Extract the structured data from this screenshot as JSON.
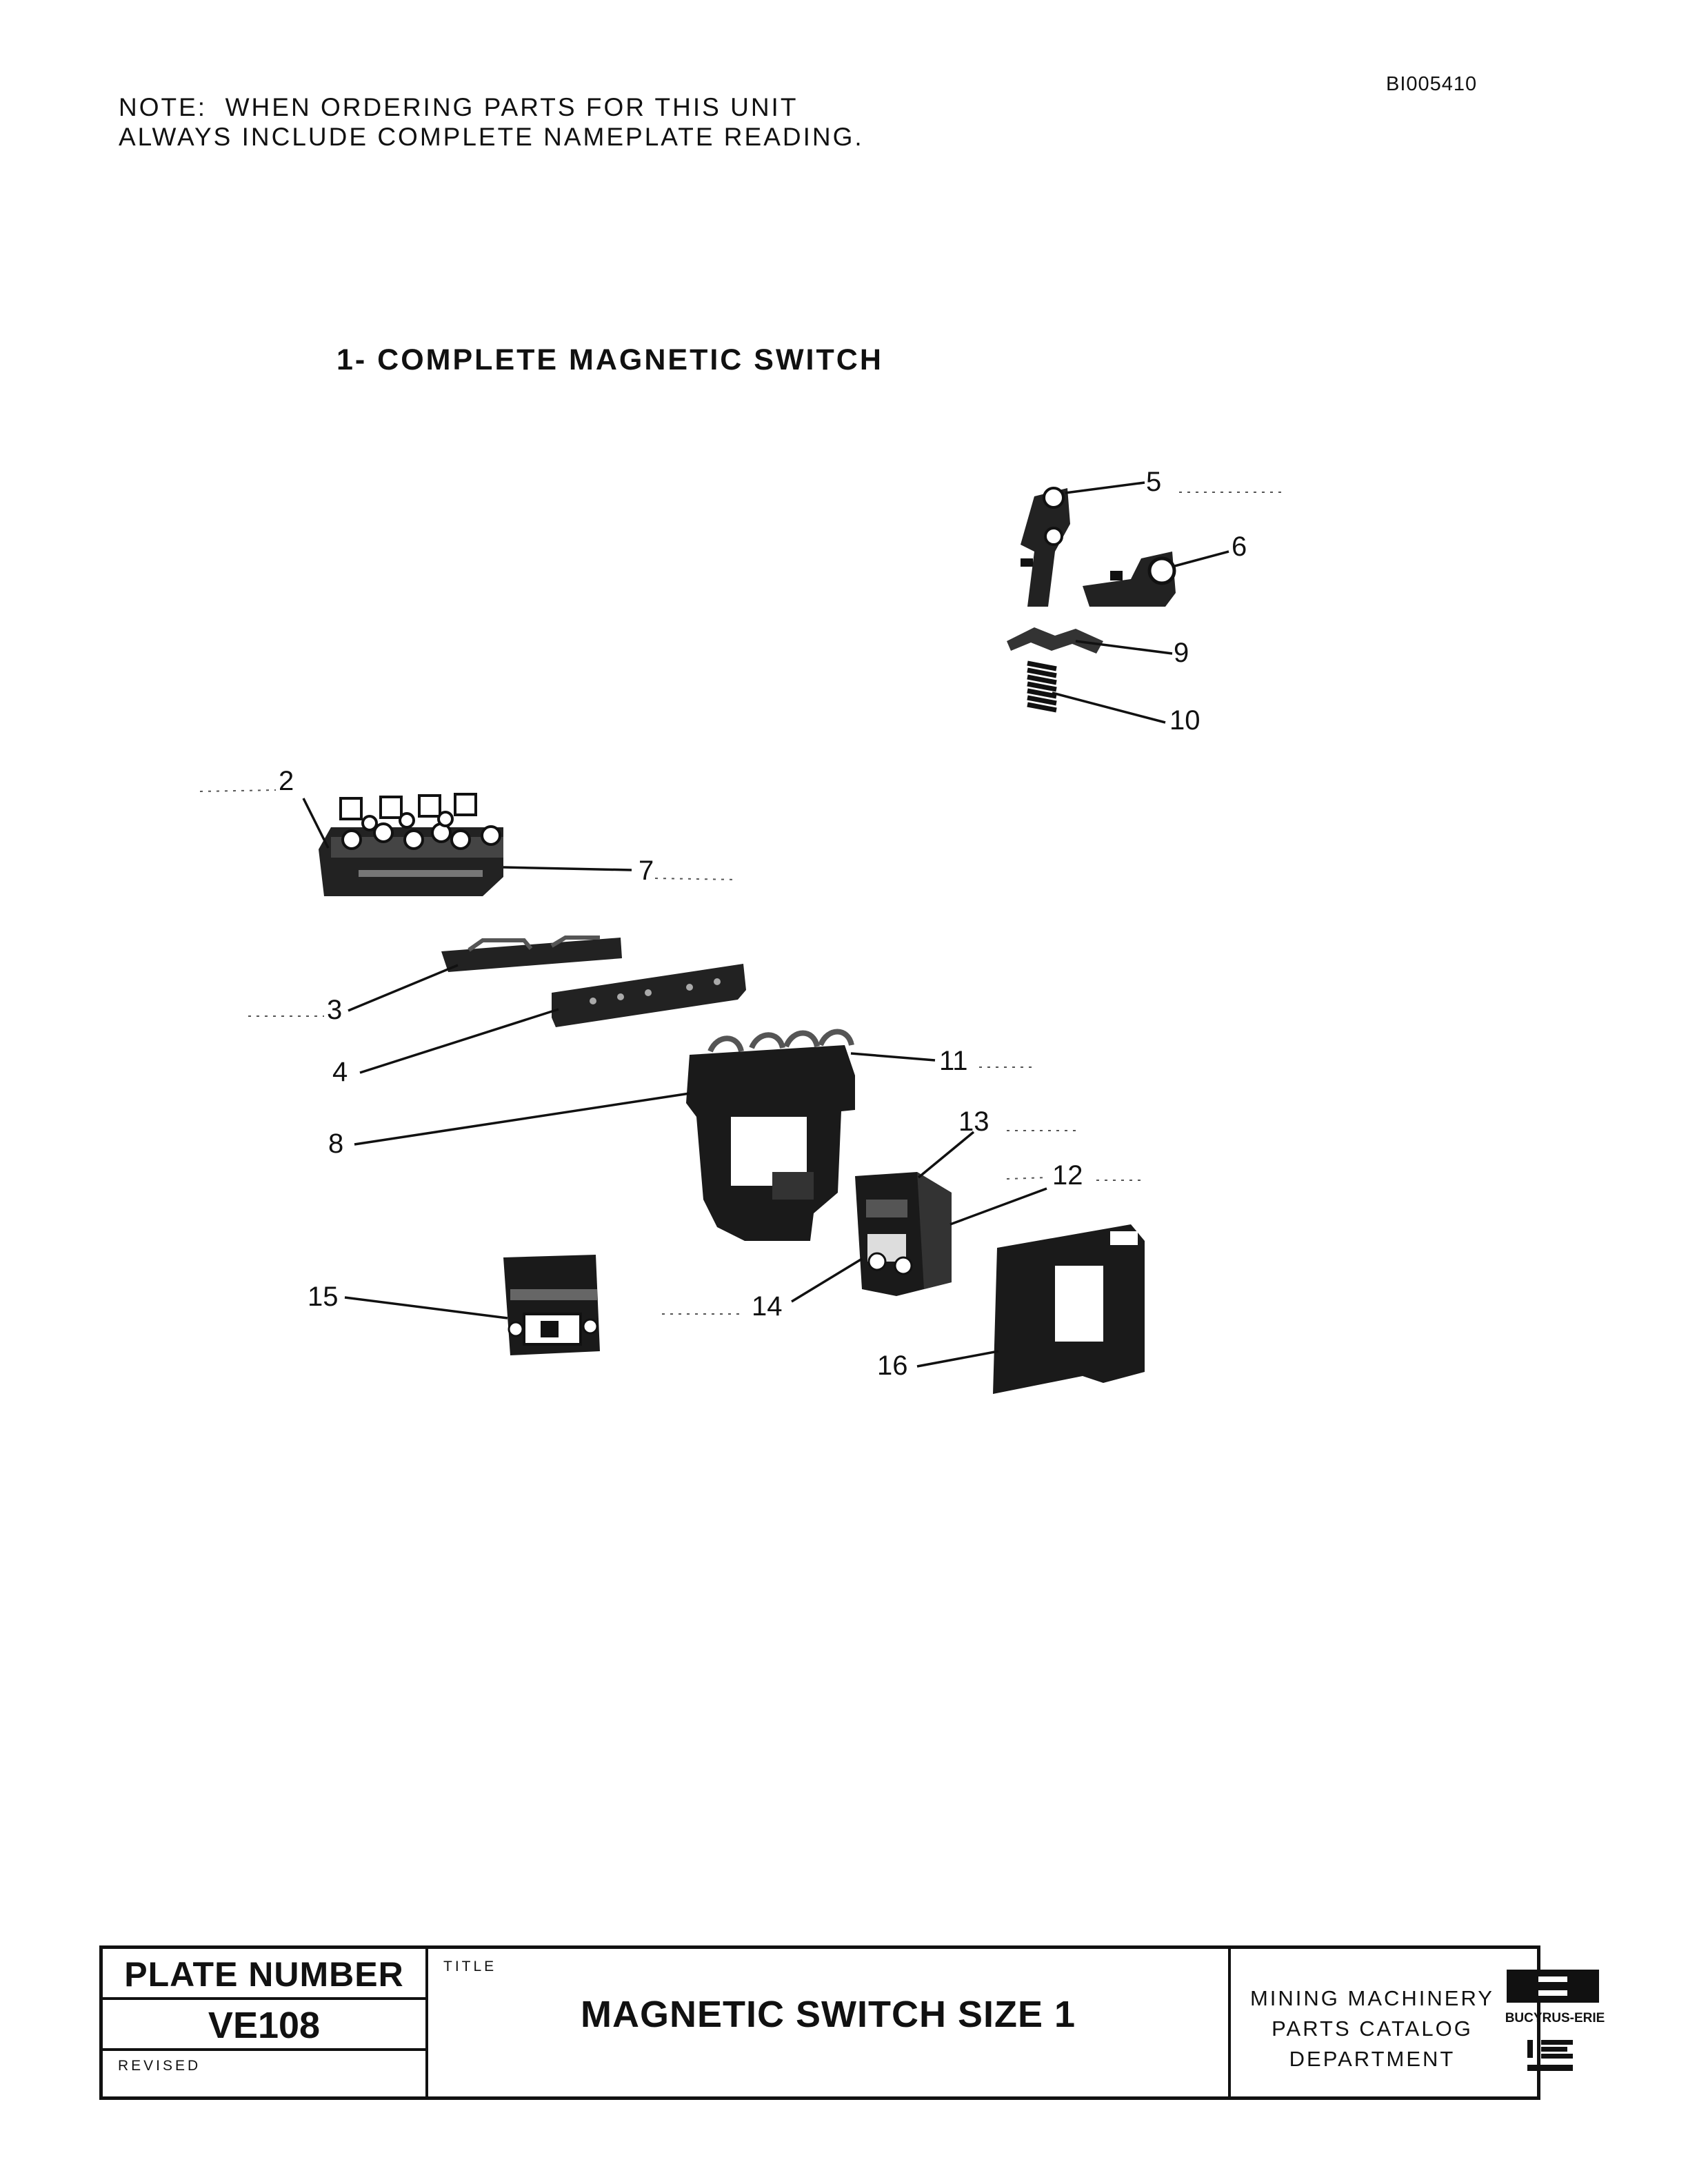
{
  "doc_id": "BI005410",
  "note": {
    "line1": "NOTE:  WHEN ORDERING PARTS FOR THIS UNIT",
    "line2": "ALWAYS INCLUDE COMPLETE NAMEPLATE READING."
  },
  "drawing_title": "1- COMPLETE MAGNETIC SWITCH",
  "callouts": [
    "5",
    "6",
    "9",
    "10",
    "2",
    "7",
    "3",
    "4",
    "11",
    "8",
    "13",
    "12",
    "15",
    "14",
    "16"
  ],
  "title_block": {
    "plate_label": "PLATE NUMBER",
    "plate_number": "VE108",
    "revised_label": "REVISED",
    "title_label": "TITLE",
    "title": "MAGNETIC SWITCH SIZE 1",
    "dept_line1": "MINING MACHINERY",
    "dept_line2": "PARTS CATALOG",
    "dept_line3": "DEPARTMENT",
    "logo_text": "BUCYRUS-ERIE",
    "logo_letter": "B"
  },
  "colors": {
    "ink": "#111111",
    "paper": "#ffffff"
  }
}
